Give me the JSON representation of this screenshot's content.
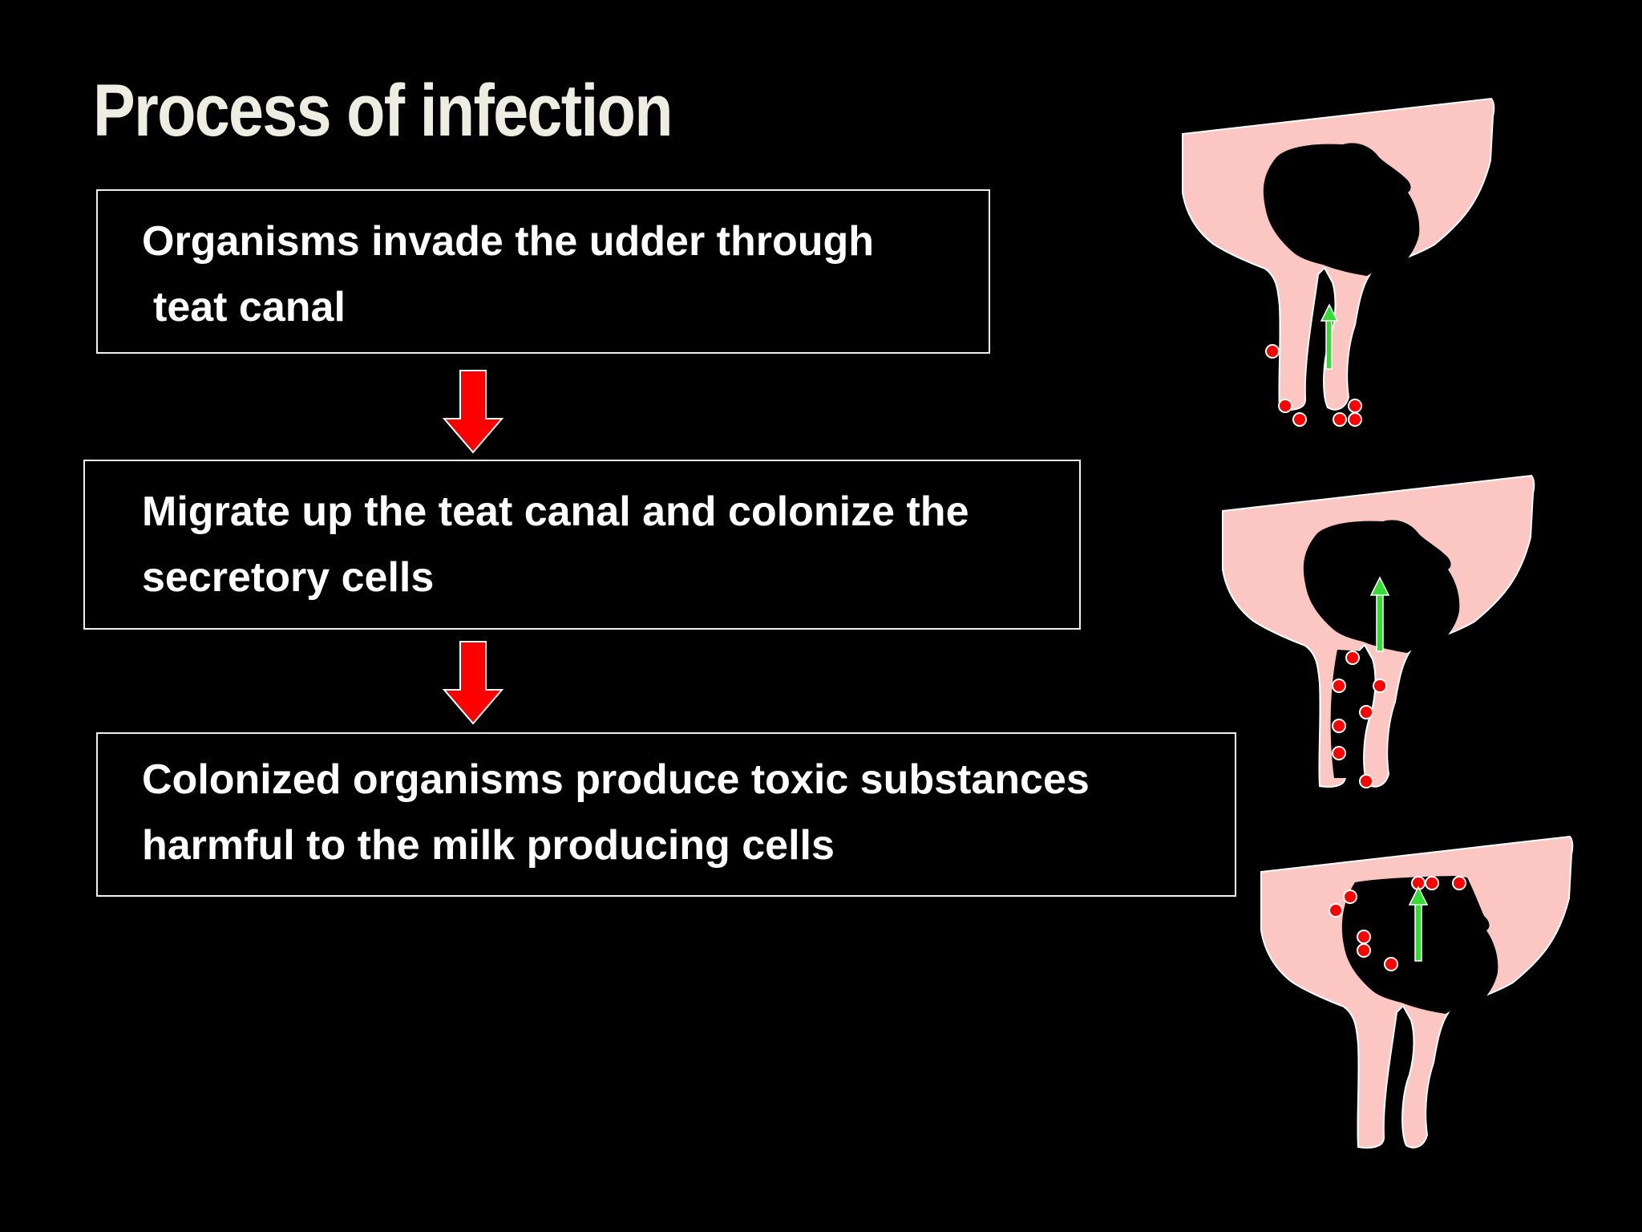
{
  "slide": {
    "title": "Process of infection",
    "steps": [
      {
        "line1": "Organisms invade the udder through",
        "line2": "teat canal"
      },
      {
        "line1": "Migrate up the teat canal and colonize the",
        "line2": "secretory cells"
      },
      {
        "line1": "Colonized organisms produce toxic substances",
        "line2": "harmful to the milk producing cells"
      }
    ]
  },
  "colors": {
    "background": "#000000",
    "title": "#eeede2",
    "flow_arrow": "#ff0000",
    "tissue": "#fcc7c3",
    "organism": "#ff0000",
    "migration_arrow": "#33dd33"
  },
  "icons": [
    "down-arrow-icon",
    "udder-diagram",
    "organism-dot",
    "migration-arrow-icon"
  ]
}
